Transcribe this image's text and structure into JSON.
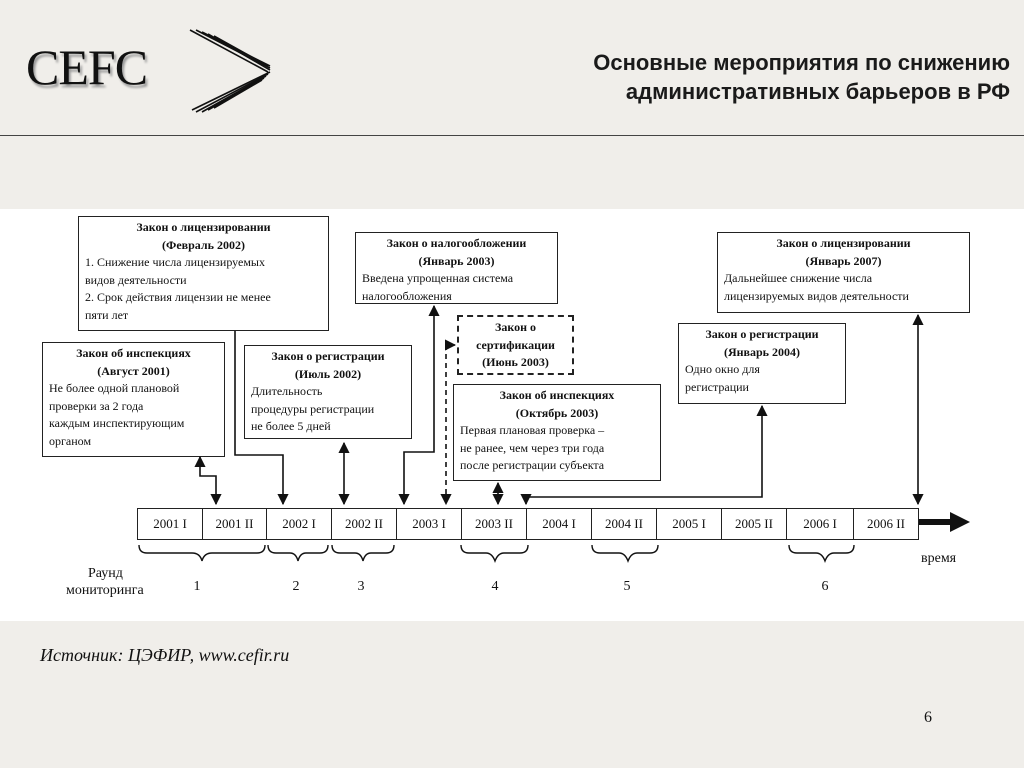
{
  "header": {
    "logo_text": "CEFC",
    "title_line1": "Основные мероприятия по снижению",
    "title_line2": "административных барьеров в РФ"
  },
  "events": [
    {
      "title": "Закон о лицензировании",
      "date": "(Февраль 2002)",
      "lines": [
        "1. Снижение числа лицензируемых",
        "видов деятельности",
        "2.  Срок действия лицензии не менее",
        "пяти лет"
      ]
    },
    {
      "title": "Закон об инспекциях",
      "date": "(Август 2001)",
      "lines": [
        "Не более одной плановой",
        "проверки за 2 года",
        "каждым инспектирующим",
        "органом"
      ]
    },
    {
      "title": "Закон о регистрации",
      "date": "(Июль 2002)",
      "lines": [
        "Длительность",
        "процедуры регистрации",
        "не более 5 дней"
      ]
    },
    {
      "title": "Закон о налогообложении",
      "date": "(Январь 2003)",
      "lines": [
        "Введена упрощенная система",
        "налогообложения"
      ]
    },
    {
      "title": "Закон о",
      "date": "сертификации",
      "lines": [
        "(Июнь 2003)"
      ]
    },
    {
      "title": "Закон об инспекциях",
      "date": "(Октябрь 2003)",
      "lines": [
        "Первая плановая проверка –",
        "не ранее, чем через три года",
        "после регистрации субъекта"
      ]
    },
    {
      "title": "Закон о регистрации",
      "date": "(Январь 2004)",
      "lines": [
        "Одно окно для",
        "регистрации"
      ]
    },
    {
      "title": "Закон о лицензировании",
      "date": "(Январь 2007)",
      "lines": [
        "Дальнейшее снижение числа",
        "лицензируемых видов деятельности"
      ]
    }
  ],
  "timeline": {
    "periods": [
      "2001  I",
      "2001  II",
      "2002  I",
      "2002  II",
      "2003  I",
      "2003  II",
      "2004  I",
      "2004  II",
      "2005  I",
      "2005  II",
      "2006  I",
      "2006  II"
    ],
    "axis_label": "время",
    "rounds_label_1": "Раунд",
    "rounds_label_2": "мониторинга",
    "rounds": [
      "1",
      "2",
      "3",
      "4",
      "5",
      "6"
    ]
  },
  "footer": {
    "source": "Источник: ЦЭФИР, www.cefir.ru",
    "page_number": "6"
  }
}
